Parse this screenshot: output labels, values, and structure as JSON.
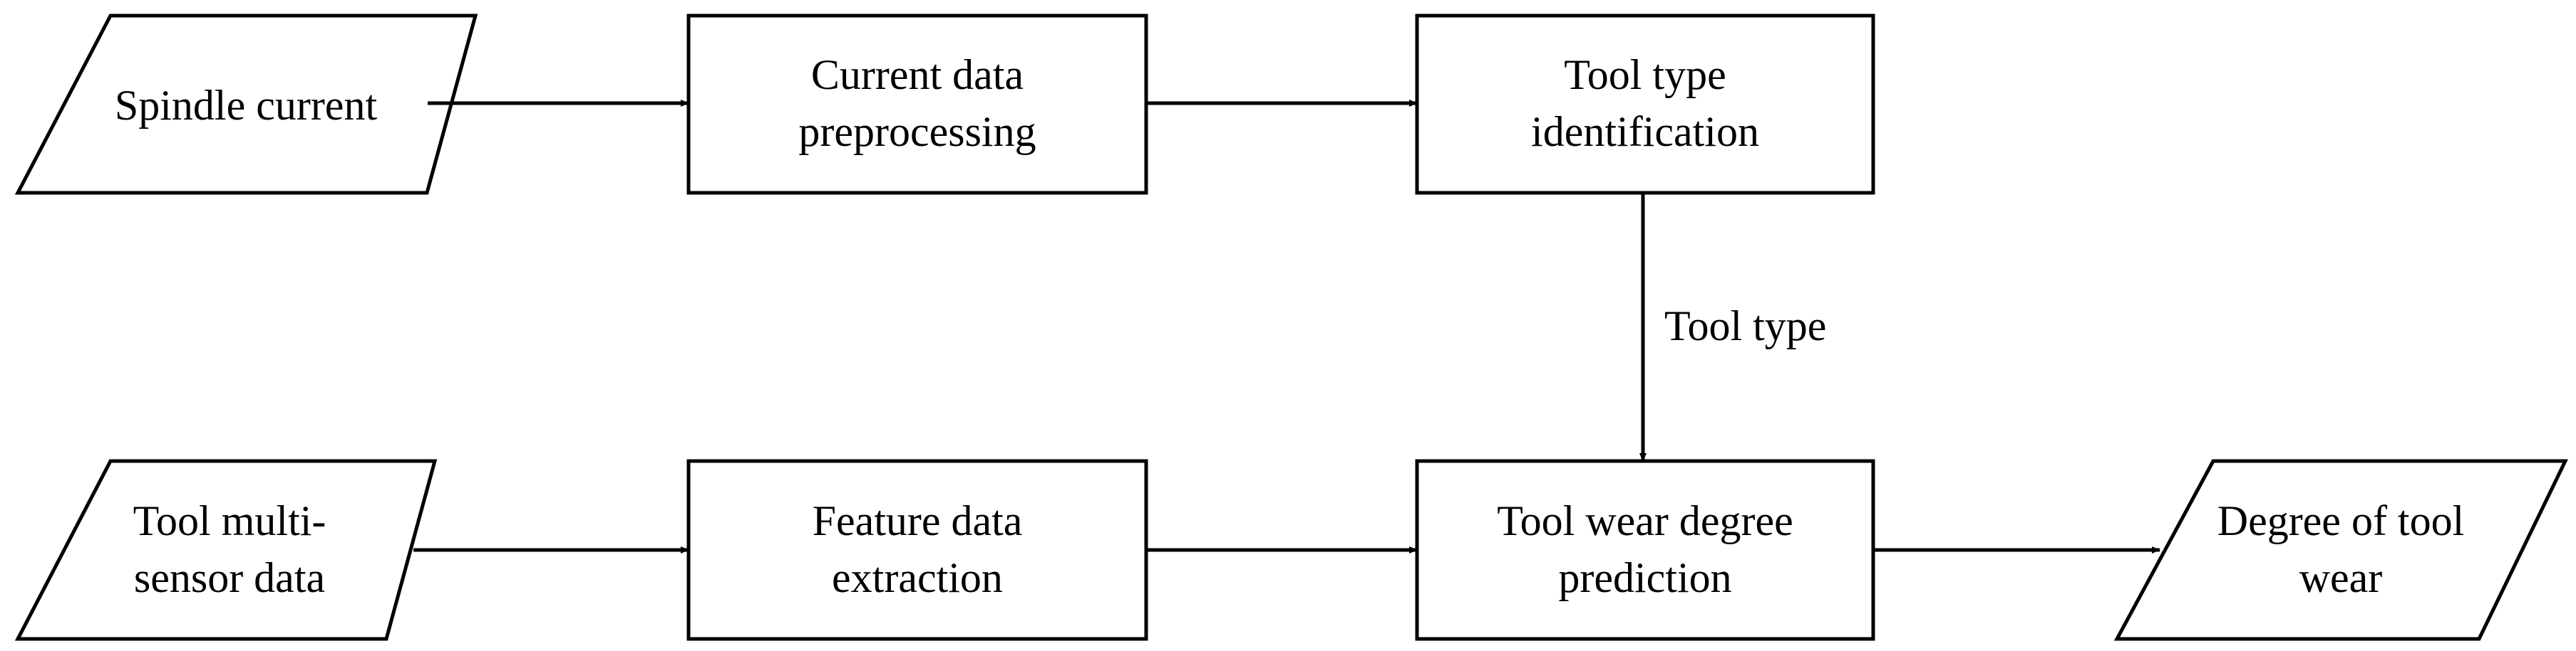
{
  "nodes": {
    "spindle_current": {
      "lines": [
        "Spindle current"
      ]
    },
    "current_preprocessing": {
      "lines": [
        "Current data",
        "preprocessing"
      ]
    },
    "tool_type_identification": {
      "lines": [
        "Tool type",
        "identification"
      ]
    },
    "tool_multisensor": {
      "lines": [
        "Tool multi-",
        "sensor data"
      ]
    },
    "feature_extraction": {
      "lines": [
        "Feature data",
        "extraction"
      ]
    },
    "wear_prediction": {
      "lines": [
        "Tool wear degree",
        "prediction"
      ]
    },
    "degree_of_wear": {
      "lines": [
        "Degree of tool",
        "wear"
      ]
    }
  },
  "edge_labels": {
    "tool_type": "Tool type"
  },
  "colors": {
    "stroke": "#000000",
    "background": "#ffffff"
  }
}
